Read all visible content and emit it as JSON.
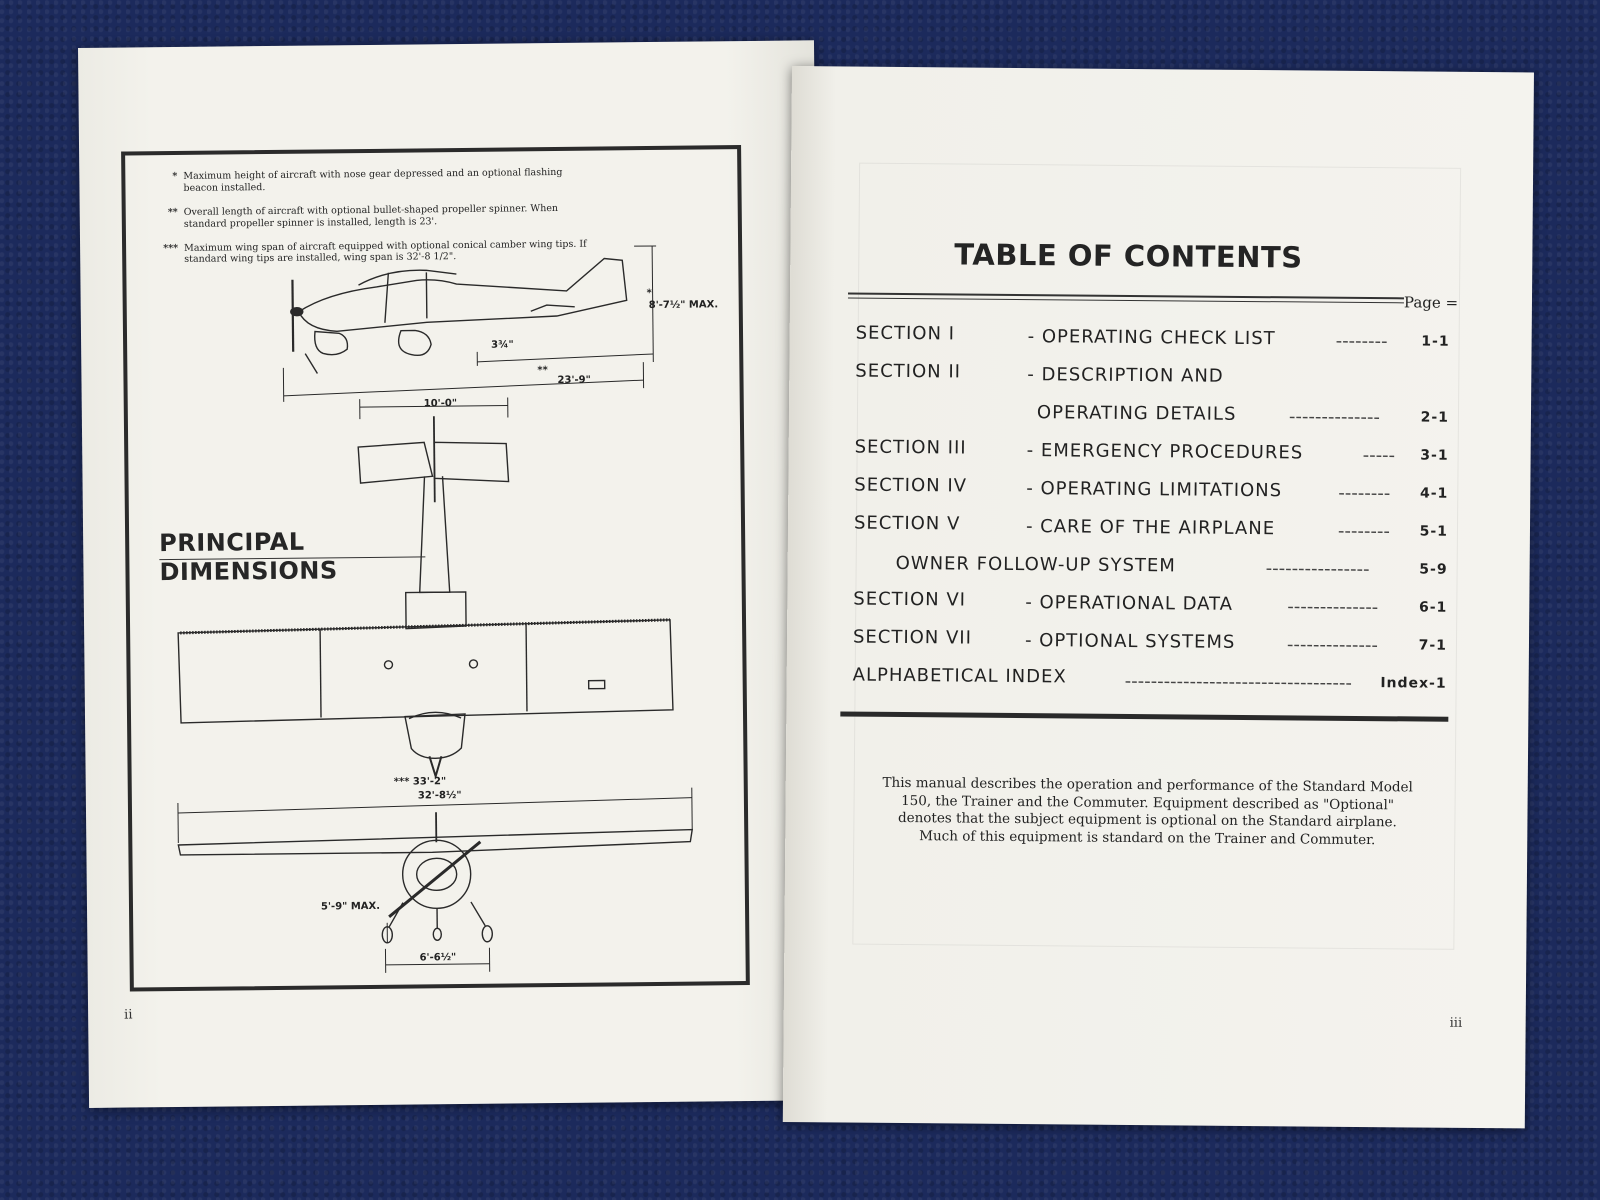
{
  "left_page": {
    "notes": [
      {
        "mark": "*",
        "text": "Maximum height of aircraft with nose gear depressed and an optional flashing beacon installed."
      },
      {
        "mark": "**",
        "text": "Overall length of aircraft with optional bullet-shaped propeller spinner. When standard propeller spinner is installed, length is 23'."
      },
      {
        "mark": "***",
        "text": "Maximum wing span of aircraft equipped with optional conical camber wing tips. If standard wing tips are installed, wing span is 32'-8 1/2\"."
      }
    ],
    "title_line1": "PRINCIPAL",
    "title_line2": "DIMENSIONS",
    "dimensions": {
      "height": "8'-7½\" MAX.",
      "height_mark": "*",
      "ground_clearance": "3¾\"",
      "length": "23'-9\"",
      "length_mark": "**",
      "tail_span": "10'-0\"",
      "span_optional": "*** 33'-2\"",
      "span_standard": "32'-8½\"",
      "prop_height": "5'-9\" MAX.",
      "track": "6'-6½\""
    },
    "folio": "ii"
  },
  "right_page": {
    "title": "TABLE OF CONTENTS",
    "page_header": "Page =",
    "entries": [
      {
        "section": "SECTION I",
        "title": "- OPERATING CHECK LIST",
        "page": "1-1"
      },
      {
        "section": "SECTION II",
        "title": "- DESCRIPTION AND",
        "page": ""
      },
      {
        "section": "",
        "title": "OPERATING DETAILS",
        "page": "2-1"
      },
      {
        "section": "SECTION III",
        "title": "- EMERGENCY PROCEDURES",
        "page": "3-1"
      },
      {
        "section": "SECTION IV",
        "title": "- OPERATING LIMITATIONS",
        "page": "4-1"
      },
      {
        "section": "SECTION V",
        "title": "- CARE OF THE AIRPLANE",
        "page": "5-1"
      },
      {
        "section": "",
        "title": "OWNER FOLLOW-UP SYSTEM",
        "page": "5-9"
      },
      {
        "section": "SECTION VI",
        "title": "- OPERATIONAL DATA",
        "page": "6-1"
      },
      {
        "section": "SECTION VII",
        "title": "- OPTIONAL SYSTEMS",
        "page": "7-1"
      },
      {
        "section": "ALPHABETICAL INDEX",
        "title": "",
        "page": "Index-1"
      }
    ],
    "intro": "This manual describes the operation and performance of the Standard Model 150, the Trainer and the Commuter. Equipment described as \"Optional\" denotes that the subject equipment is optional on the Standard airplane. Much of this equipment is standard on the Trainer and Commuter.",
    "folio": "iii"
  }
}
